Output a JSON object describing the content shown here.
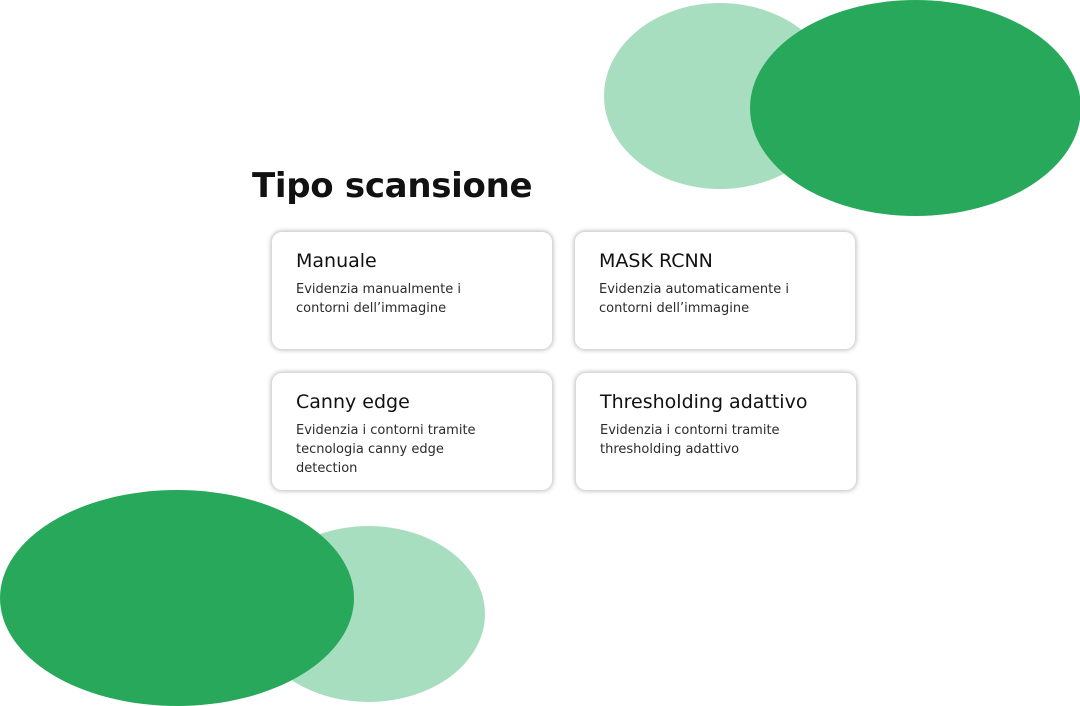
{
  "page": {
    "title": "Tipo scansione"
  },
  "options": [
    {
      "title": "Manuale",
      "description": "Evidenzia manualmente i contorni dell’immagine"
    },
    {
      "title": "MASK RCNN",
      "description": "Evidenzia automaticamente i contorni dell’immagine"
    },
    {
      "title": "Canny edge",
      "description": "Evidenzia i contorni tramite tecnologia canny edge detection"
    },
    {
      "title": "Thresholding adattivo",
      "description": "Evidenzia i contorni tramite thresholding adattivo"
    }
  ],
  "colors": {
    "accent_dark": "#27a85b",
    "accent_light": "#a8dec0",
    "background": "#ffffff"
  }
}
